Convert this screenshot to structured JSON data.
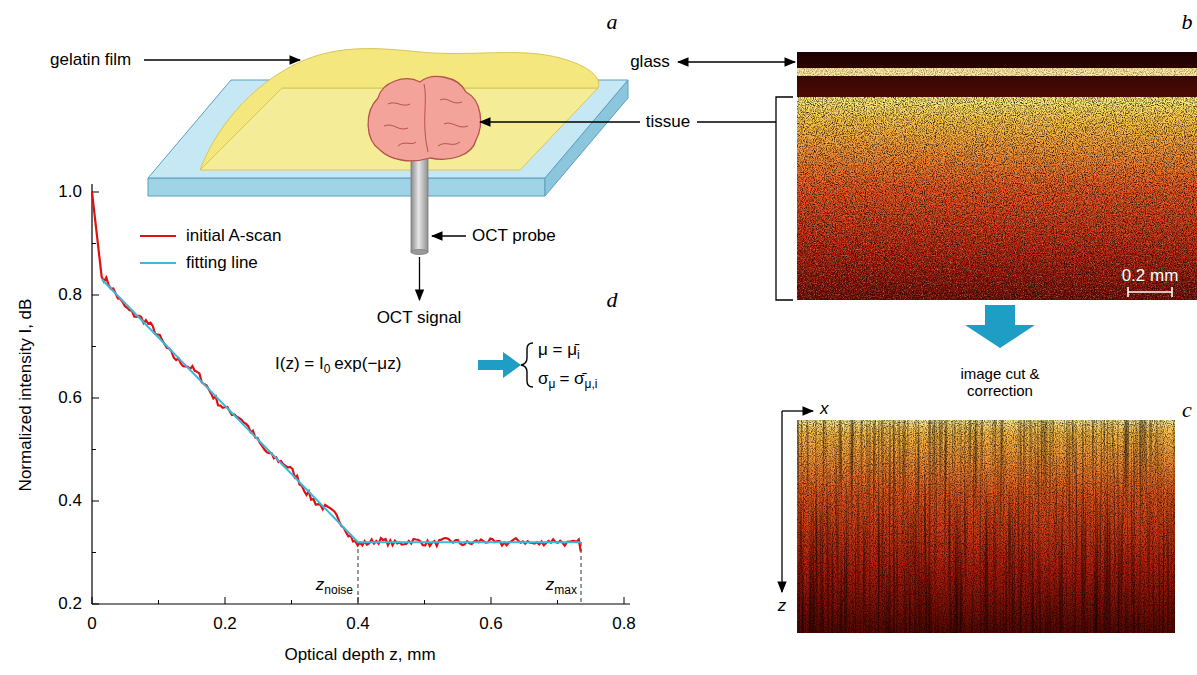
{
  "diagram": {
    "labels": [
      "a",
      "b",
      "c",
      "d",
      "gelatin film",
      "glass",
      "tissue",
      "OCT probe",
      "OCT signal",
      "0.2 mm",
      "image cut & correction",
      "x",
      "z",
      "Normalized intensity I, dB",
      "Optical depth z, mm",
      "1.0",
      "0.8",
      "0.6",
      "0.4",
      "0.2",
      "0",
      "0.2",
      "0.4",
      "0.6",
      "0.8",
      "I(z) = I",
      "0",
      "exp(−μz)",
      "μ = μ̄",
      "i",
      "σ",
      "μ",
      "= σ̄",
      "μ,i",
      "z",
      "noise",
      "z",
      "max"
    ],
    "legend": [
      {
        "text": "initial A-scan"
      },
      {
        "text": "fitting line"
      }
    ]
  }
}
